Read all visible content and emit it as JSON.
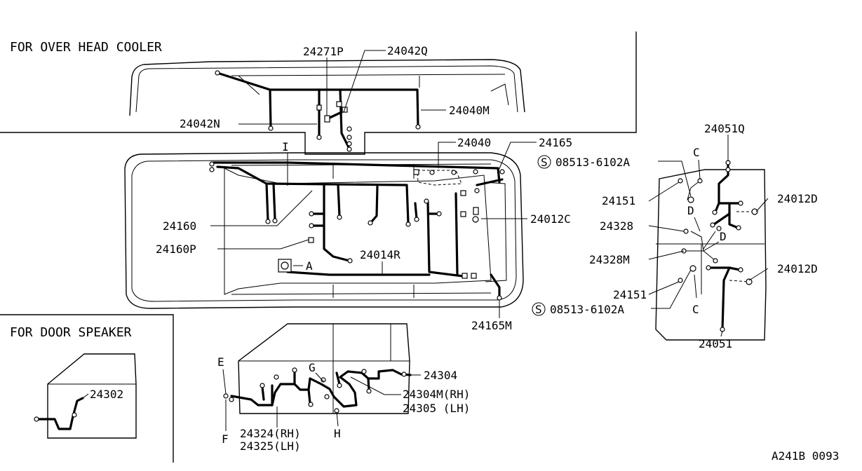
{
  "sections": {
    "overhead_cooler": "FOR OVER HEAD COOLER",
    "door_speaker": "FOR DOOR SPEAKER"
  },
  "parts": {
    "p24271P": "24271P",
    "p24042Q": "24042Q",
    "p24040M": "24040M",
    "p24042N": "24042N",
    "p24040": "24040",
    "p24165": "24165",
    "p24160": "24160",
    "p24160P": "24160P",
    "p24014R": "24014R",
    "p24012C": "24012C",
    "p24165M": "24165M",
    "p24051Q": "24051Q",
    "p08513_top": "08513-6102A",
    "p24151_top": "24151",
    "p24328": "24328",
    "p24328M": "24328M",
    "p24151_bot": "24151",
    "p08513_bot": "08513-6102A",
    "p24012D_top": "24012D",
    "p24012D_bot": "24012D",
    "p24051": "24051",
    "p24302": "24302",
    "p24304": "24304",
    "p24304M": "24304M(RH)",
    "p24305": "24305 (LH)",
    "p24324": "24324(RH)",
    "p24325": "24325(LH)"
  },
  "markers": {
    "I": "I",
    "A": "A",
    "C_top": "C",
    "D_top": "D",
    "D_mid": "D",
    "C_bot": "C",
    "E": "E",
    "F": "F",
    "G": "G",
    "H": "H",
    "S_top": "S",
    "S_bot": "S"
  },
  "diagram_code": "A241B 0093"
}
